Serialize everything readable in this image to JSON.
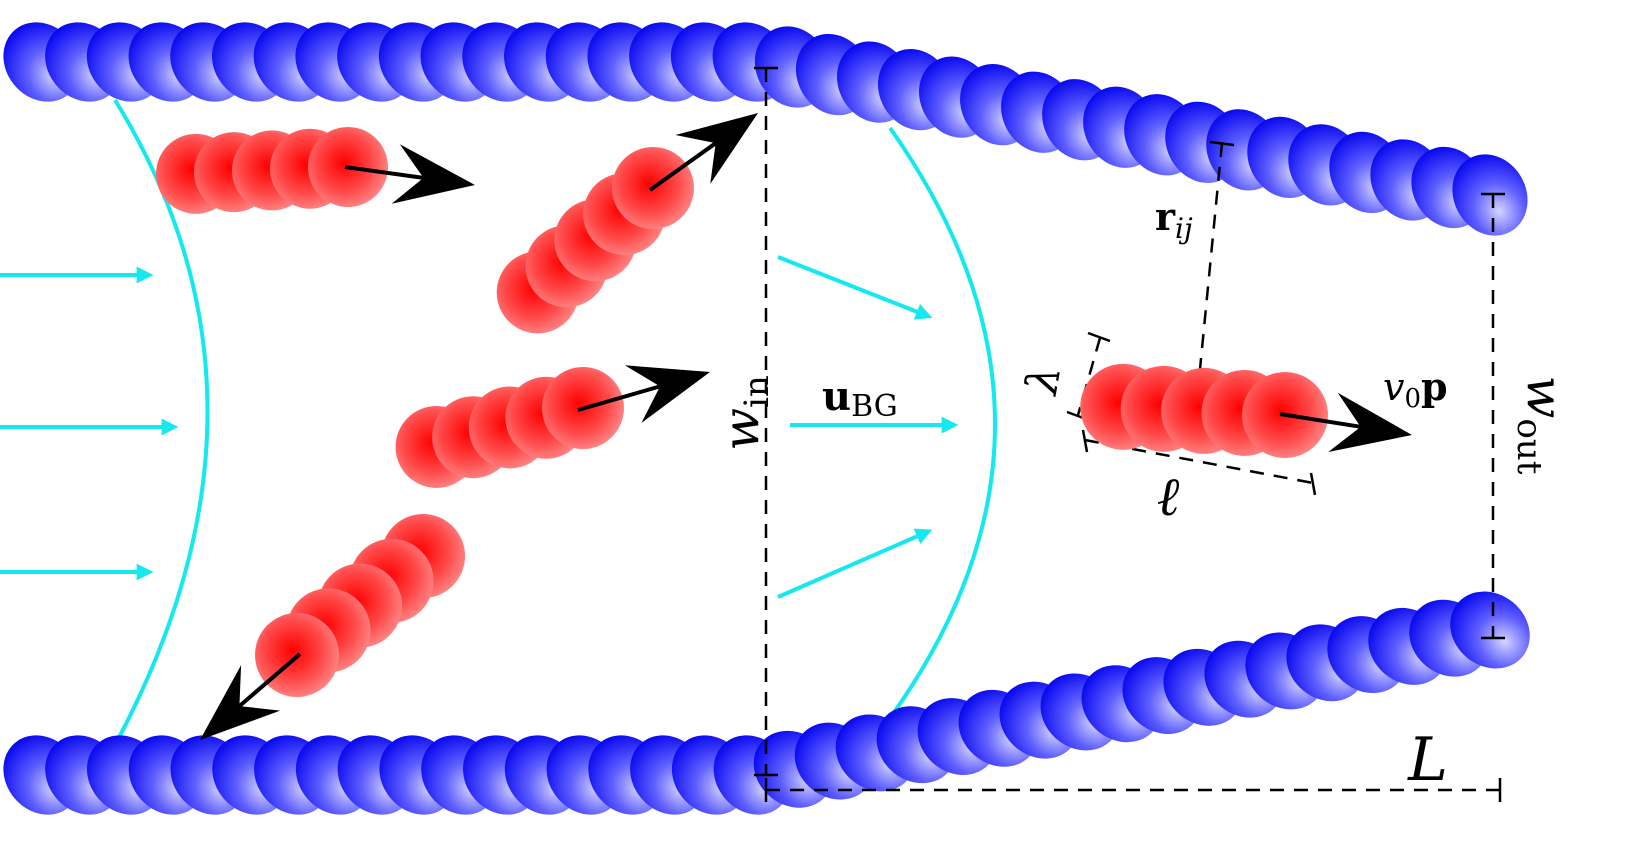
{
  "labels": {
    "w_in": {
      "symbol": "w",
      "subscript": "in"
    },
    "w_out": {
      "symbol": "w",
      "subscript": "out"
    },
    "u_bg": {
      "symbol": "u",
      "subscript": "BG"
    },
    "r_ij": {
      "symbol": "r",
      "subscript": "ij"
    },
    "lambda": "λ",
    "ell": "ℓ",
    "v0p": {
      "symbol": "v",
      "subscript": "0",
      "vector": "p"
    },
    "L": "L"
  },
  "colors": {
    "wall_bead": "#1f1fff",
    "wall_bead_highlight": "#c8c8ff",
    "rod_bead": "#ff2a2a",
    "rod_bead_highlight": "#ff8a8a",
    "flow": "#16e8f0",
    "dimension": "#000000",
    "arrow": "#000000"
  }
}
